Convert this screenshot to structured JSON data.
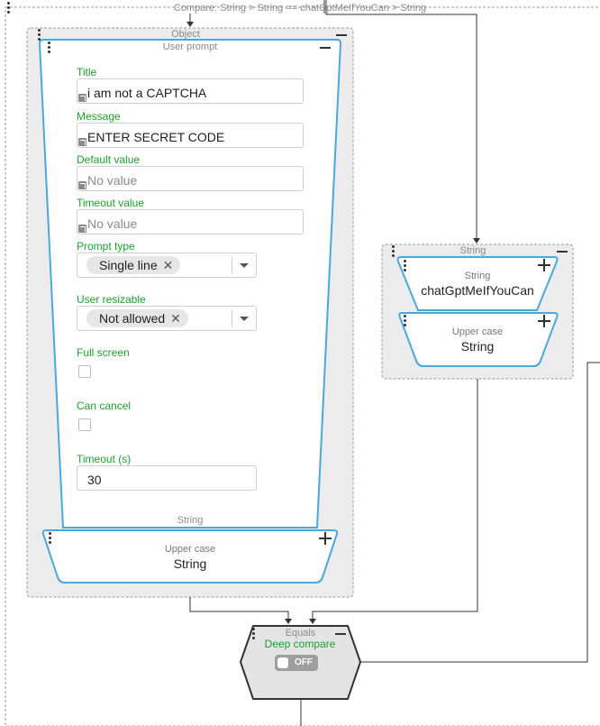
{
  "canvas": {
    "outer_title": "Compare: String > String == chatGptMeIfYouCan > String"
  },
  "object_group": {
    "title": "Object",
    "prompt_node": {
      "title": "User prompt",
      "fields": {
        "title_label": "Title",
        "title_value": "i am not a CAPTCHA",
        "message_label": "Message",
        "message_value": "ENTER SECRET CODE",
        "default_label": "Default value",
        "default_placeholder": "No value",
        "timeout_value_label": "Timeout value",
        "timeout_value_placeholder": "No value",
        "prompt_type_label": "Prompt type",
        "prompt_type_value": "Single line",
        "resizable_label": "User resizable",
        "resizable_value": "Not allowed",
        "fullscreen_label": "Full screen",
        "fullscreen_checked": false,
        "cancel_label": "Can cancel",
        "cancel_checked": false,
        "timeout_s_label": "Timeout (s)",
        "timeout_s_value": "30"
      },
      "output_type": "String"
    },
    "upper_node": {
      "subtitle": "Upper case",
      "type": "String"
    }
  },
  "string_group": {
    "title": "String",
    "string_node": {
      "subtitle": "String",
      "value": "chatGptMeIfYouCan"
    },
    "upper_node": {
      "subtitle": "Upper case",
      "type": "String"
    }
  },
  "equals_node": {
    "title": "Equals",
    "option_label": "Deep compare",
    "toggle_text": "OFF",
    "toggle_on": false
  },
  "colors": {
    "node_border": "#4aa8dc",
    "label_green": "#1e9e2e",
    "group_bg": "#ececec",
    "equals_bg": "#e4e4e4",
    "equals_border": "#333333",
    "toggle_bg": "#9e9e9e"
  },
  "icons": {
    "menu": "vertical-dots-icon",
    "collapse": "minus-icon",
    "add": "plus-icon",
    "remove": "close-icon",
    "dropdown": "caret-down-icon",
    "linked": "link-arrow-icon"
  }
}
